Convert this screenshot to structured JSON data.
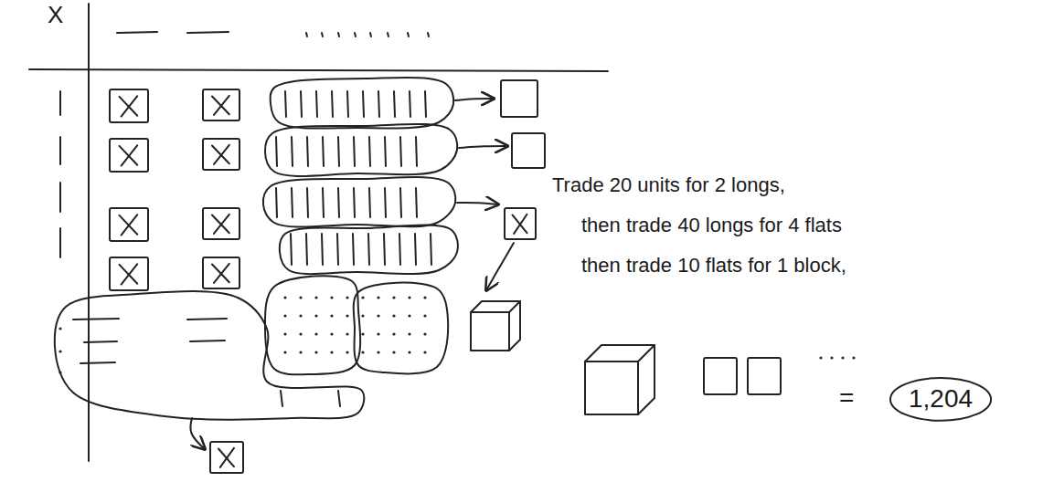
{
  "diagram": {
    "nodes": [
      {
        "text": [
          "1,204"
        ]
      }
    ],
    "labels": [
      "X",
      "Trade 20 units for 2 longs,",
      "then trade 40 longs for 4 flats",
      "then trade 10 flats for 1 block,",
      "="
    ]
  }
}
